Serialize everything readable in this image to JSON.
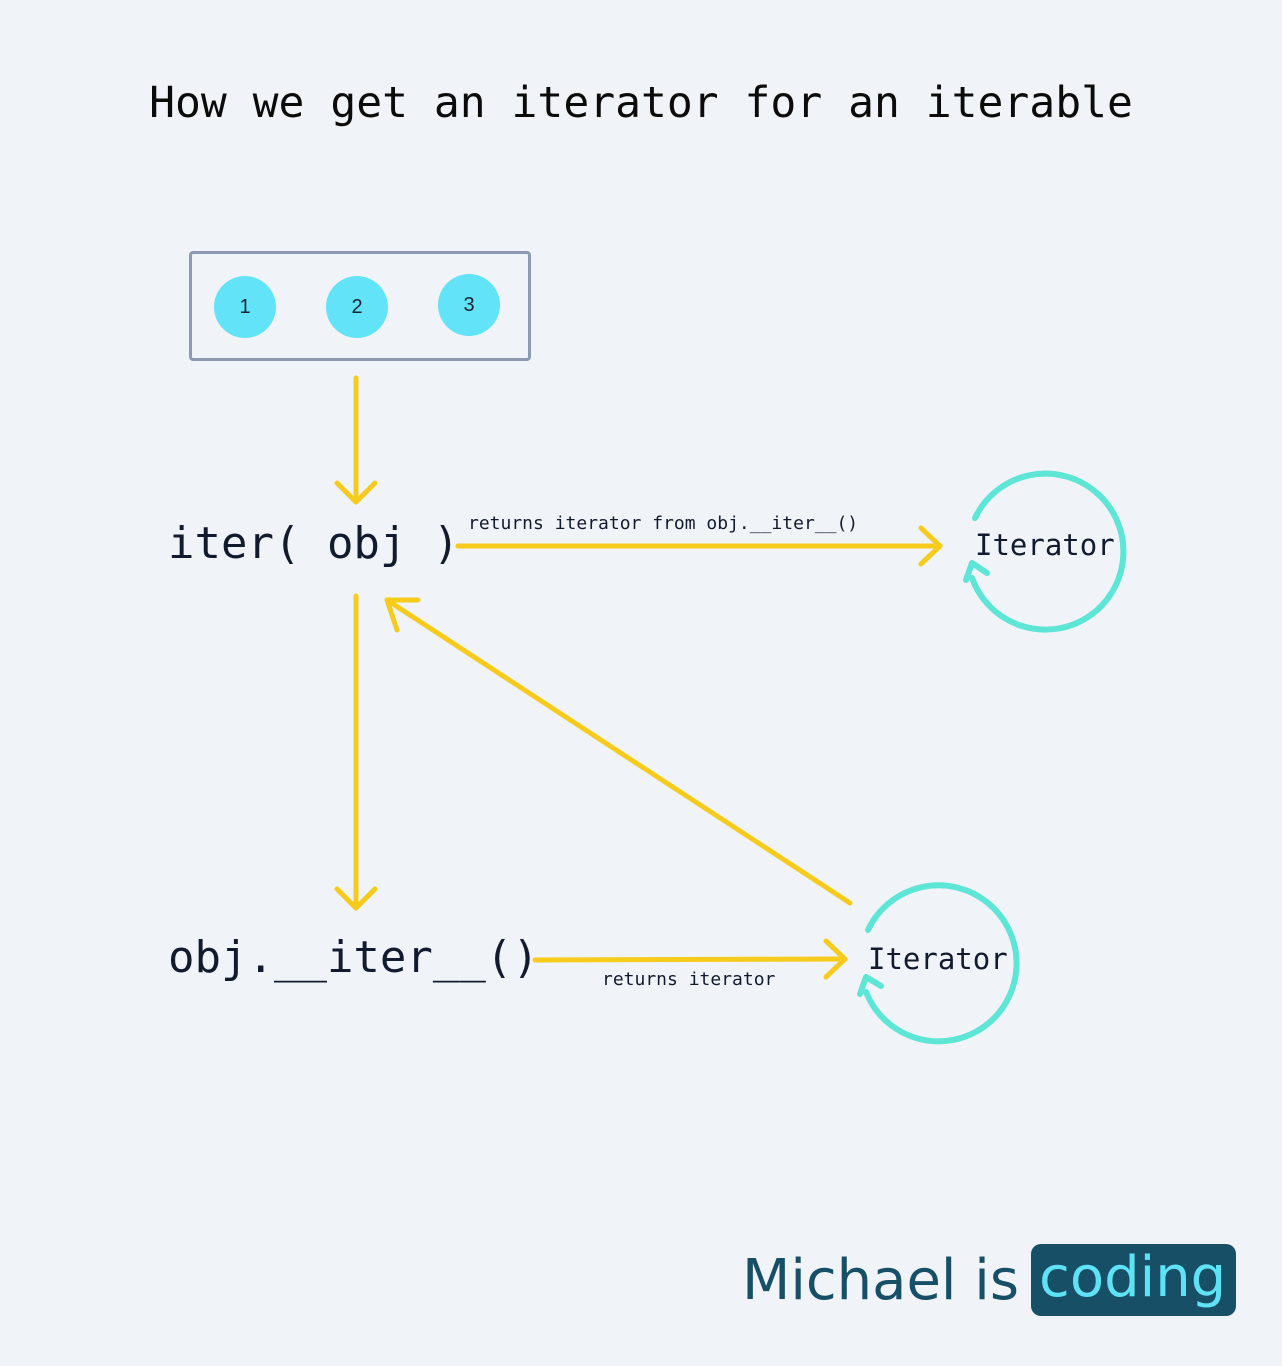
{
  "title": "How we get an iterator for an iterable",
  "iterable": {
    "items": [
      "1",
      "2",
      "3"
    ],
    "item_color": "#62e3f7"
  },
  "nodes": {
    "iter_call": "iter( obj )",
    "dunder_call": "obj.__iter__()",
    "iterator_top": "Iterator",
    "iterator_bottom": "Iterator"
  },
  "edges": {
    "iter_to_iterator_label": "returns iterator from obj.__iter__()",
    "dunder_to_iterator_label": "returns iterator"
  },
  "colors": {
    "arrow": "#f6cb1c",
    "cycle": "#5de5d6",
    "background": "#f0f4f8",
    "box_border": "#8c9bb1",
    "brand_dark": "#174f66",
    "brand_light": "#5fe2f5"
  },
  "brand": {
    "name": "Michael is",
    "highlight": "coding"
  }
}
